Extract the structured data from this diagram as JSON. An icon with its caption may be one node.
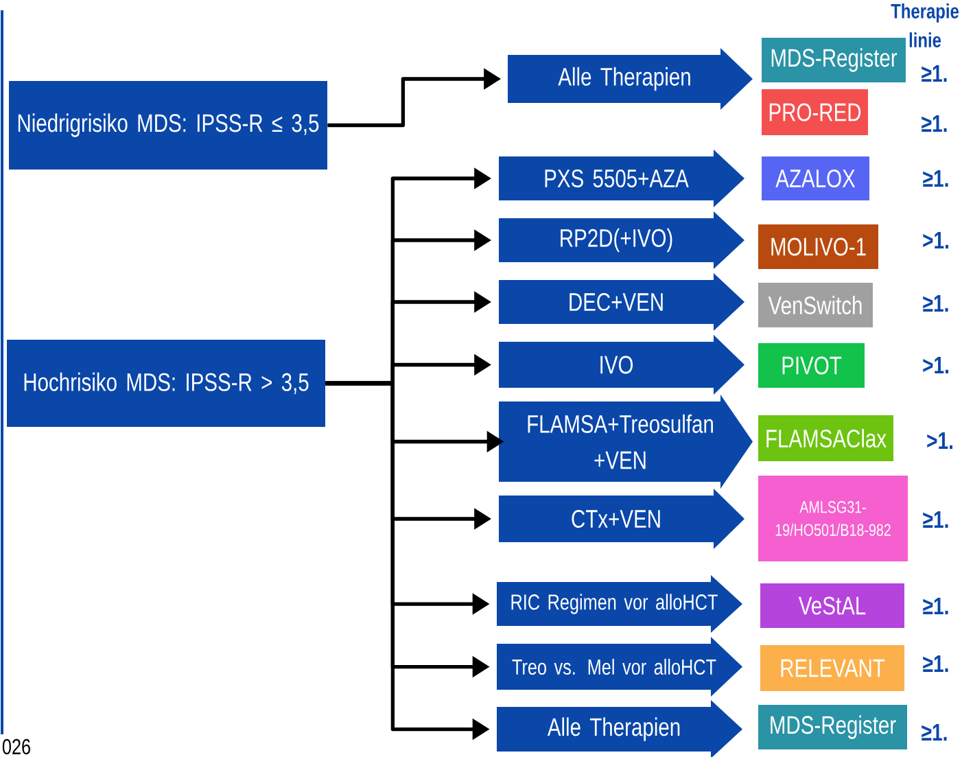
{
  "diagram": {
    "nodes": [
      {
        "text": [
          "Niedrigrisiko MDS: IPSS-R ≤ 3,5"
        ]
      },
      {
        "text": [
          "Hochrisiko MDS: IPSS-R > 3,5"
        ]
      },
      {
        "text": [
          "Alle Therapien"
        ]
      },
      {
        "text": [
          "PXS 5505+AZA"
        ]
      },
      {
        "text": [
          "RP2D(+IVO)"
        ]
      },
      {
        "text": [
          "DEC+VEN"
        ]
      },
      {
        "text": [
          "IVO"
        ]
      },
      {
        "text": [
          "FLAMSA+Treosulfan +VEN"
        ]
      },
      {
        "text": [
          "CTx+VEN"
        ]
      },
      {
        "text": [
          "RIC Regimen vor alloHCT"
        ]
      },
      {
        "text": [
          "Treo vs. Mel vor alloHCT"
        ]
      },
      {
        "text": [
          "Alle Therapien"
        ]
      },
      {
        "text": [
          "MDS-Register"
        ]
      },
      {
        "text": [
          "PRO-RED"
        ]
      },
      {
        "text": [
          "AZALOX"
        ]
      },
      {
        "text": [
          "MOLIVO-1"
        ]
      },
      {
        "text": [
          "VenSwitch"
        ]
      },
      {
        "text": [
          "PIVOT"
        ]
      },
      {
        "text": [
          "FLAMSAClax"
        ]
      },
      {
        "text": [
          "AMLSG31-19/HO501/B18-982"
        ]
      },
      {
        "text": [
          "VeStAL"
        ]
      },
      {
        "text": [
          "RELEVANT"
        ]
      },
      {
        "text": [
          "MDS-Register"
        ]
      }
    ],
    "edges": [
      {
        "from": 0,
        "to": 2,
        "arrow": "to"
      },
      {
        "from": 1,
        "to": 3,
        "arrow": "to"
      },
      {
        "from": 1,
        "to": 4,
        "arrow": "to"
      },
      {
        "from": 1,
        "to": 5,
        "arrow": "to"
      },
      {
        "from": 1,
        "to": 6,
        "arrow": "to"
      },
      {
        "from": 1,
        "to": 7,
        "arrow": "to"
      },
      {
        "from": 1,
        "to": 8,
        "arrow": "to"
      },
      {
        "from": 1,
        "to": 9,
        "arrow": "to"
      },
      {
        "from": 1,
        "to": 10,
        "arrow": "to"
      },
      {
        "from": 1,
        "to": 11,
        "arrow": "to"
      }
    ],
    "labels": [
      "Therapie linie",
      "≥1.",
      "≥1.",
      "≥1.",
      ">1.",
      "≥1.",
      ">1.",
      ">1.",
      "≥1.",
      "≥1.",
      "≥1.",
      "≥1.",
      "026"
    ]
  }
}
